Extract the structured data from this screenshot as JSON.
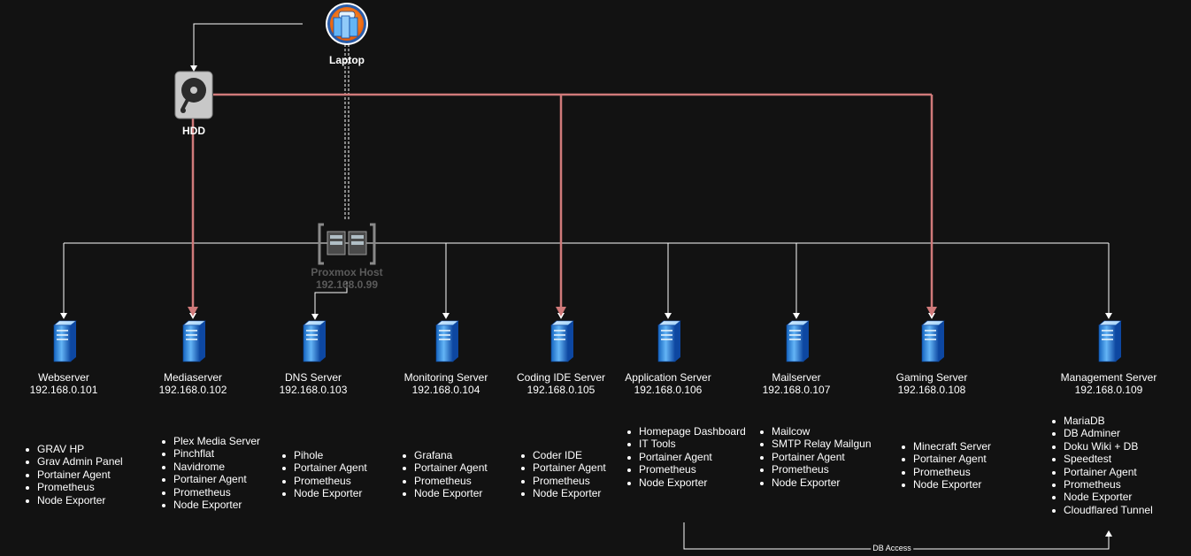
{
  "laptop": {
    "label": "Laptop",
    "icon": "laptop-icon"
  },
  "hdd": {
    "label": "HDD",
    "icon": "hard-drive-icon"
  },
  "host": {
    "name": "Proxmox Host",
    "ip": "192.168.0.99",
    "icon": "server-rack-icon"
  },
  "servers": [
    {
      "name": "Webserver",
      "ip": "192.168.0.101",
      "services": [
        "GRAV HP",
        "Grav Admin Panel",
        "Portainer Agent",
        "Prometheus",
        "Node Exporter"
      ]
    },
    {
      "name": "Mediaserver",
      "ip": "192.168.0.102",
      "services": [
        "Plex Media Server",
        "Pinchflat",
        "Navidrome",
        "Portainer Agent",
        "Prometheus",
        "Node Exporter"
      ]
    },
    {
      "name": "DNS Server",
      "ip": "192.168.0.103",
      "services": [
        "Pihole",
        "Portainer Agent",
        "Prometheus",
        "Node Exporter"
      ]
    },
    {
      "name": "Monitoring Server",
      "ip": "192.168.0.104",
      "services": [
        "Grafana",
        "Portainer Agent",
        "Prometheus",
        "Node Exporter"
      ]
    },
    {
      "name": "Coding IDE Server",
      "ip": "192.168.0.105",
      "services": [
        "Coder IDE",
        "Portainer Agent",
        "Prometheus",
        "Node Exporter"
      ]
    },
    {
      "name": "Application Server",
      "ip": "192.168.0.106",
      "services": [
        "Homepage Dashboard",
        "IT Tools",
        "Portainer Agent",
        "Prometheus",
        "Node Exporter"
      ]
    },
    {
      "name": "Mailserver",
      "ip": "192.168.0.107",
      "services": [
        "Mailcow",
        "SMTP Relay Mailgun",
        "Portainer Agent",
        "Prometheus",
        "Node Exporter"
      ]
    },
    {
      "name": "Gaming Server",
      "ip": "192.168.0.108",
      "services": [
        "Minecraft Server",
        "Portainer Agent",
        "Prometheus",
        "Node Exporter"
      ]
    },
    {
      "name": "Management Server",
      "ip": "192.168.0.109",
      "services": [
        "MariaDB",
        "DB Adminer",
        "Doku Wiki + DB",
        "Speedtest",
        "Portainer Agent",
        "Prometheus",
        "Node Exporter",
        "Cloudflared Tunnel"
      ]
    }
  ],
  "edges": {
    "db_access_label": "DB Access"
  },
  "colors": {
    "storage_link": "#d07a7a",
    "network_link": "#ffffff",
    "background": "#121212"
  }
}
